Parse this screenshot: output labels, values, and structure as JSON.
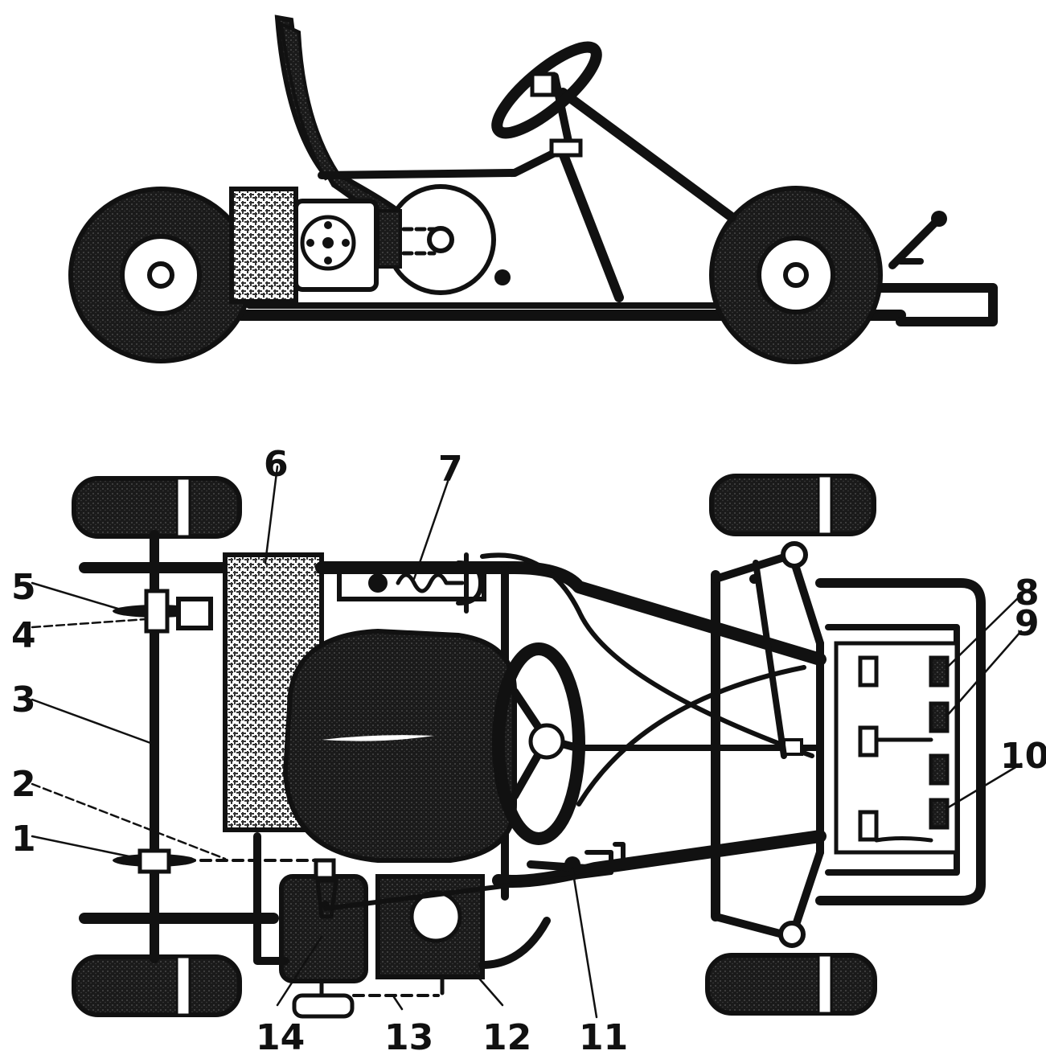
{
  "colors": {
    "ink": "#111111",
    "paper": "#ffffff",
    "hatch": "#444444"
  },
  "side_view": {},
  "top_view": {
    "callouts": [
      {
        "id": "1",
        "label": "1"
      },
      {
        "id": "2",
        "label": "2"
      },
      {
        "id": "3",
        "label": "3"
      },
      {
        "id": "4",
        "label": "4"
      },
      {
        "id": "5",
        "label": "5"
      },
      {
        "id": "6",
        "label": "6"
      },
      {
        "id": "7",
        "label": "7"
      },
      {
        "id": "8",
        "label": "8"
      },
      {
        "id": "9",
        "label": "9"
      },
      {
        "id": "10",
        "label": "10"
      },
      {
        "id": "11",
        "label": "11"
      },
      {
        "id": "12",
        "label": "12"
      },
      {
        "id": "13",
        "label": "13"
      },
      {
        "id": "14",
        "label": "14"
      }
    ]
  }
}
